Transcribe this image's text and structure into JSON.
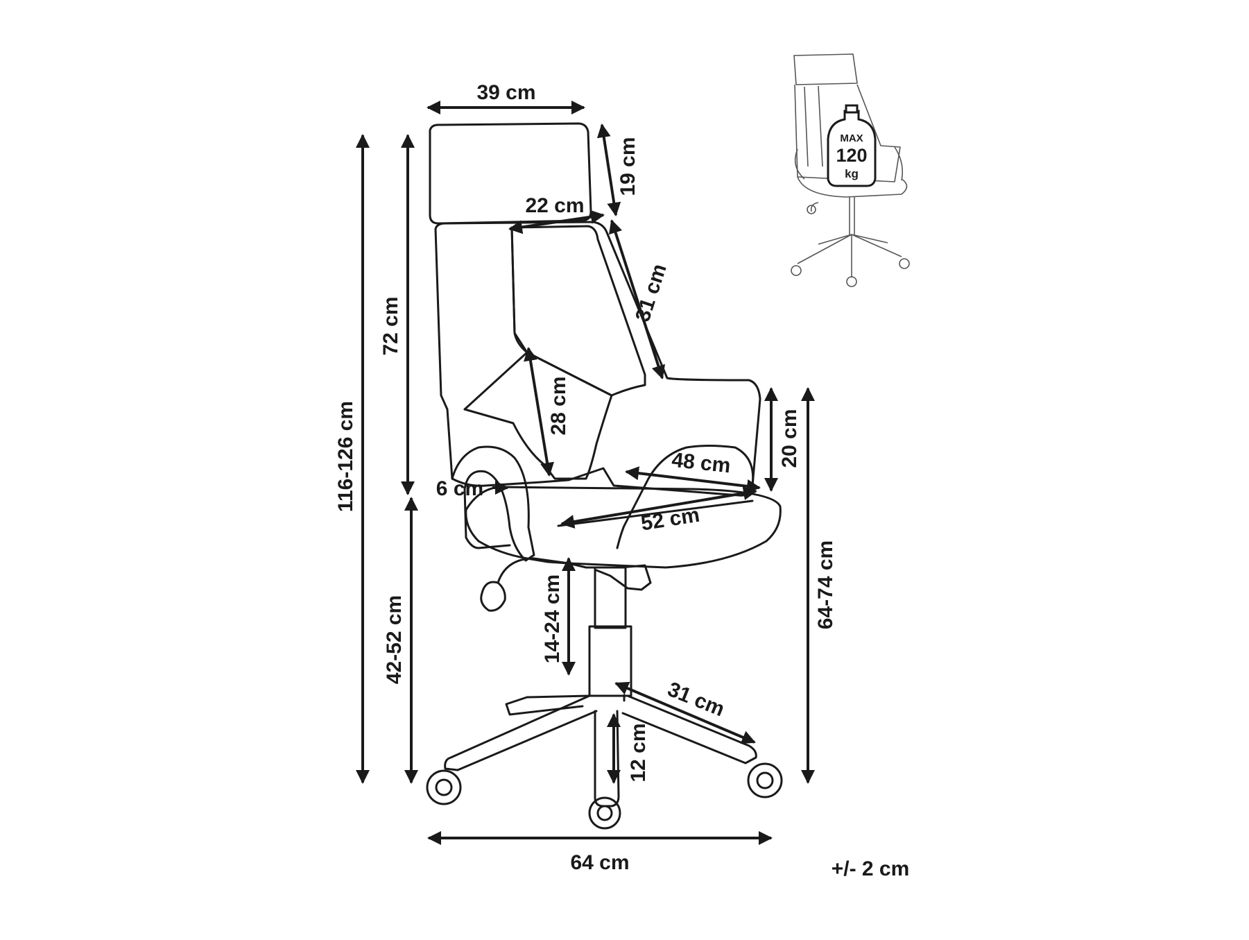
{
  "dimensions": {
    "headrest_width": "39 cm",
    "headrest_height": "19 cm",
    "backrest_top_width": "22 cm",
    "backrest_side": "31 cm",
    "backrest_center": "28 cm",
    "backrest_height": "72 cm",
    "total_height": "116-126 cm",
    "armrest_height": "20 cm",
    "seat_depth": "48 cm",
    "armrest_width": "6 cm",
    "seat_width": "52 cm",
    "seat_height": "42-52 cm",
    "armrest_floor_height": "64-74 cm",
    "gas_lift": "14-24 cm",
    "leg_length": "31 cm",
    "base_height": "12 cm",
    "base_width": "64 cm"
  },
  "tolerance": "+/- 2 cm",
  "badge": {
    "line1": "MAX",
    "line2": "120",
    "line3": "kg"
  }
}
